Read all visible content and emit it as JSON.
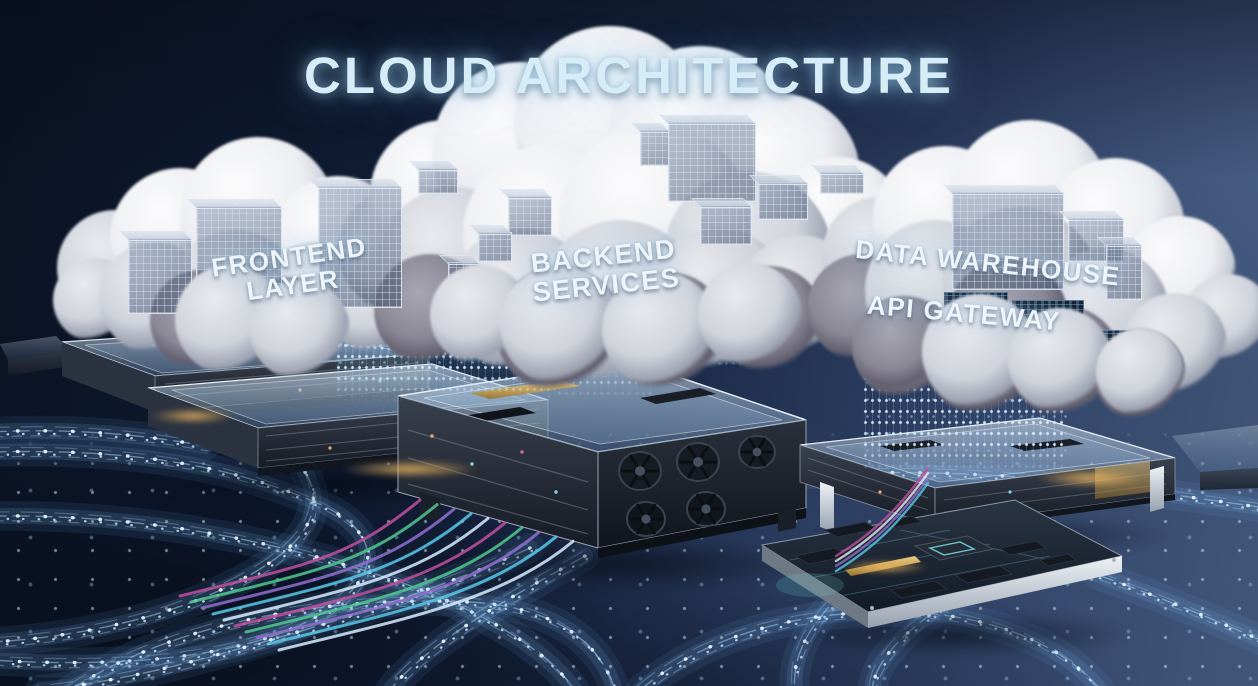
{
  "scene": {
    "title": "CLOUD ARCHITECTURE",
    "labels": {
      "frontend_line1": "FRONTEND",
      "frontend_line2": "LAYER",
      "backend_line1": "BACKEND",
      "backend_line2": "SERVICES",
      "warehouse": "DATA WAREHOUSE",
      "gateway": "API GATEWAY"
    },
    "colors": {
      "background_top_left": "#0a1222",
      "background_right": "#415678",
      "title_text": "#d6edf8",
      "title_glow": "#a8dcff",
      "label_text": "#eef5fa",
      "cloud_light": "#f3f4f6",
      "cloud_shadow": "#6f7280",
      "stream_dot": "#e6f4ff",
      "stream_line": "#8fc0ea",
      "data_rain": "#bfe0fa",
      "amber_glow": "#e8b464",
      "fiber_colors": [
        "#c050a0",
        "#50c890",
        "#9070d0",
        "#58c8e8",
        "#d8ecff"
      ]
    }
  }
}
